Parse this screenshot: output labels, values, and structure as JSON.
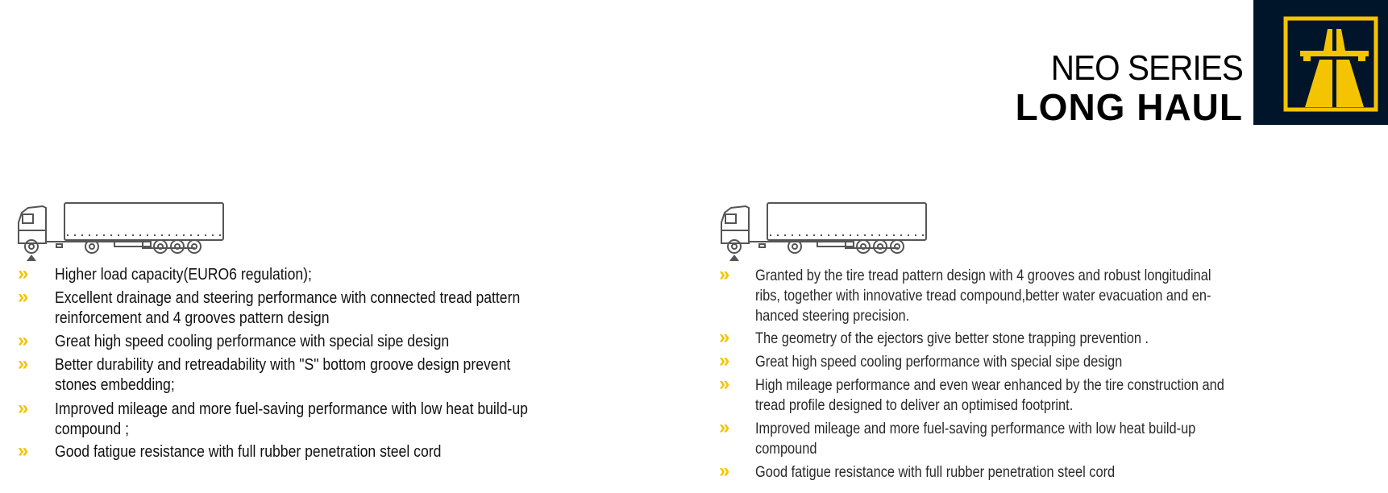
{
  "header": {
    "series": "NEO SERIES",
    "line": "LONG HAUL",
    "logo_icon": "highway-road-icon",
    "colors": {
      "logo_bg": "#00142a",
      "accent": "#f5c400"
    }
  },
  "bullet_glyph": "»",
  "left": {
    "icon": "truck-steer-axle-icon",
    "items": [
      {
        "lines": [
          "Higher load capacity(EURO6 regulation);"
        ]
      },
      {
        "lines": [
          "Excellent drainage  and steering performance with connected tread pattern",
          "reinforcement and 4 grooves pattern design"
        ]
      },
      {
        "lines": [
          "Great high speed cooling performance with special sipe design"
        ]
      },
      {
        "lines": [
          "Better durability and retreadability with \"S\" bottom groove design prevent",
          "stones embedding;"
        ]
      },
      {
        "lines": [
          "Improved mileage and more fuel-saving performance with low heat build-up",
          "compound ;"
        ]
      },
      {
        "lines": [
          "Good fatigue resistance with full rubber penetration steel cord"
        ]
      }
    ]
  },
  "right": {
    "icon": "truck-steer-axle-icon",
    "items": [
      {
        "lines": [
          "Granted by the tire tread pattern design with 4 grooves and robust longitudinal",
          "ribs, together with innovative tread compound,better water evacuation and en-",
          "hanced steering precision."
        ]
      },
      {
        "lines": [
          "The geometry of the ejectors give better stone trapping prevention  ."
        ]
      },
      {
        "lines": [
          "Great high speed cooling performance with special sipe design"
        ]
      },
      {
        "lines": [
          "High mileage performance and even wear enhanced by the tire construction and",
          "tread profile designed to deliver an optimised footprint."
        ]
      },
      {
        "lines": [
          "Improved mileage and more fuel-saving performance with low heat build-up",
          "compound"
        ]
      },
      {
        "lines": [
          "Good fatigue resistance with full rubber penetration steel cord"
        ]
      }
    ]
  }
}
